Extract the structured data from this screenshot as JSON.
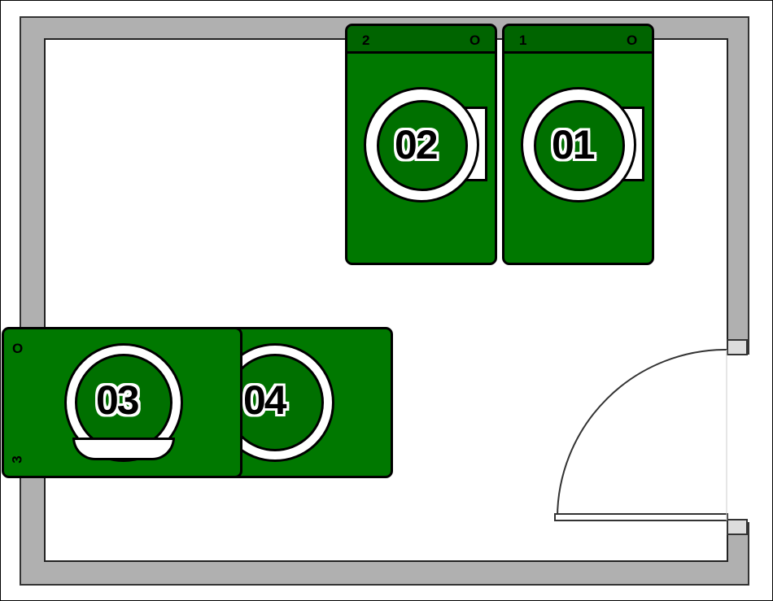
{
  "machines": {
    "m01": {
      "big_label": "01",
      "small_num": "1",
      "small_o": "O"
    },
    "m02": {
      "big_label": "02",
      "small_num": "2",
      "small_o": "O"
    },
    "m03": {
      "big_label": "03",
      "small_num": "3",
      "small_o": "O"
    },
    "m04": {
      "big_label": "04"
    }
  },
  "colors": {
    "machine_body": "#007800",
    "machine_header": "#006400",
    "wall": "#b0b0b0"
  }
}
